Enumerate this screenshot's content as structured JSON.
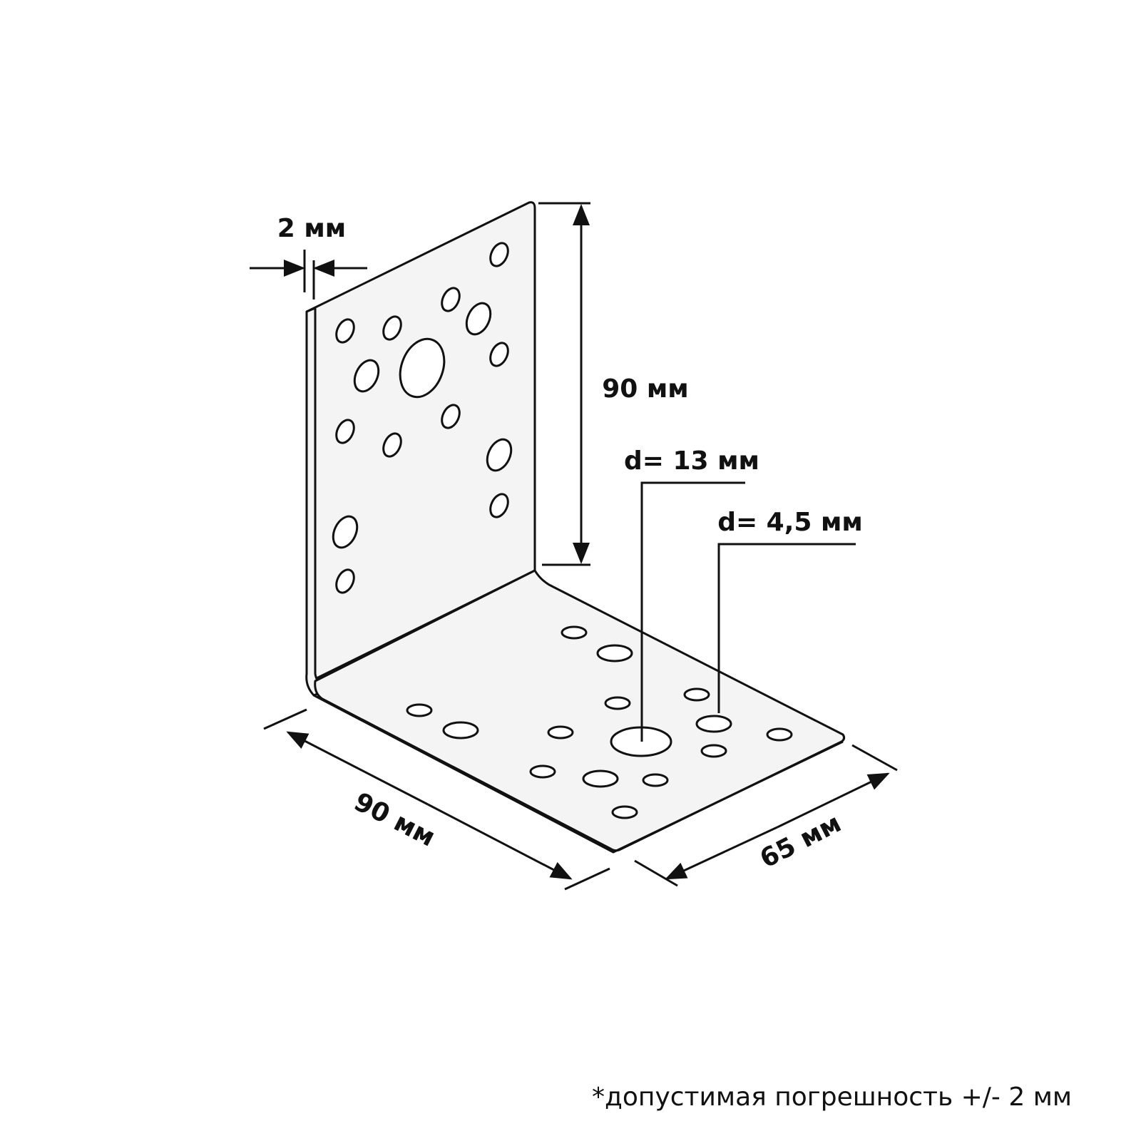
{
  "dimensions": {
    "thickness": "2 мм",
    "height": "90 мм",
    "length": "90 мм",
    "width": "65 мм",
    "large_hole": "d= 13 мм",
    "small_hole": "d= 4,5 мм"
  },
  "note": "*допустимая погрешность +/- 2 мм",
  "colors": {
    "line": "#111111",
    "plate": "#f4f4f4"
  }
}
